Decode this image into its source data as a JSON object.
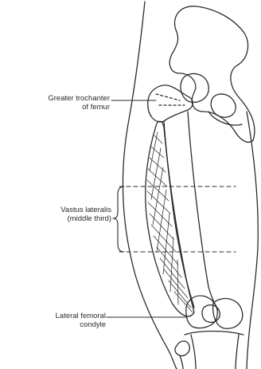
{
  "labels": {
    "greater_trochanter": {
      "line1": "Greater trochanter",
      "line2": "of femur"
    },
    "vastus_lateralis": {
      "line1": "Vastus lateralis",
      "line2": "(middle third)"
    },
    "lateral_condyle": {
      "line1": "Lateral femoral",
      "line2": "condyle"
    }
  }
}
